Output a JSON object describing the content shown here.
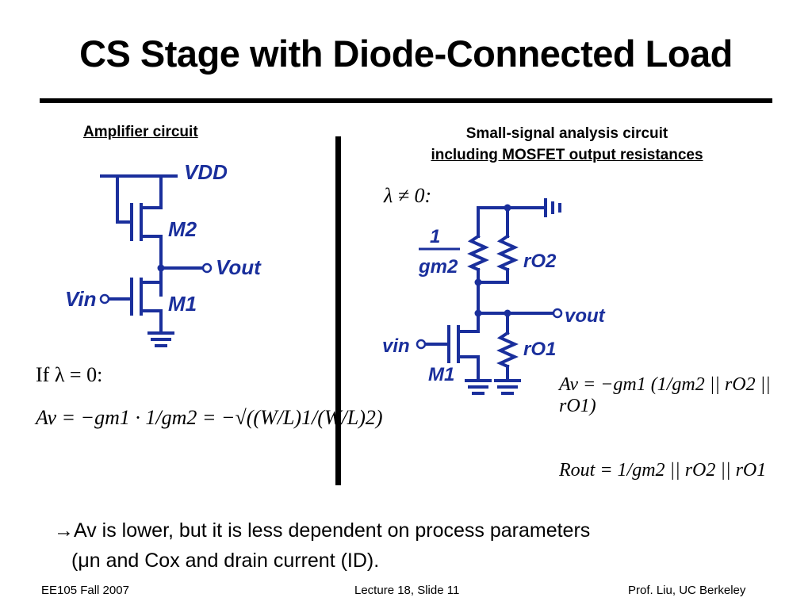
{
  "slide": {
    "title": "CS Stage with Diode-Connected Load",
    "left_label": "Amplifier circuit",
    "right_label_line1": "Small-signal analysis circuit",
    "right_label_line2": "including MOSFET output resistances"
  },
  "left_circuit": {
    "vdd": "VDD",
    "m2": "M2",
    "m1": "M1",
    "vout": "Vout",
    "vin": "Vin"
  },
  "right_circuit": {
    "lambda_cond": "λ ≠ 0:",
    "inv_gm2_num": "1",
    "inv_gm2_den": "gm2",
    "ro2": "rO2",
    "ro1": "rO1",
    "vout": "vout",
    "vin": "vin",
    "m1": "M1"
  },
  "equations": {
    "if_lambda": "If λ = 0:",
    "av_lambda0": "Av = −gm1 · 1/gm2 = −√((W/L)1/(W/L)2)",
    "av_general": "Av = −gm1 (1/gm2 || rO2 || rO1)",
    "rout": "Rout = 1/gm2 || rO2 || rO1"
  },
  "bullet": {
    "arrow": "→",
    "line1": "Av is lower, but it is less dependent on process parameters",
    "line2": "(μn and Cox and drain current (ID)."
  },
  "footer": {
    "left": "EE105 Fall 2007",
    "center": "Lecture 18, Slide 11",
    "right": "Prof. Liu, UC Berkeley"
  },
  "colors": {
    "circuit": "#1a2f9c",
    "text": "#000000",
    "background": "#ffffff"
  }
}
